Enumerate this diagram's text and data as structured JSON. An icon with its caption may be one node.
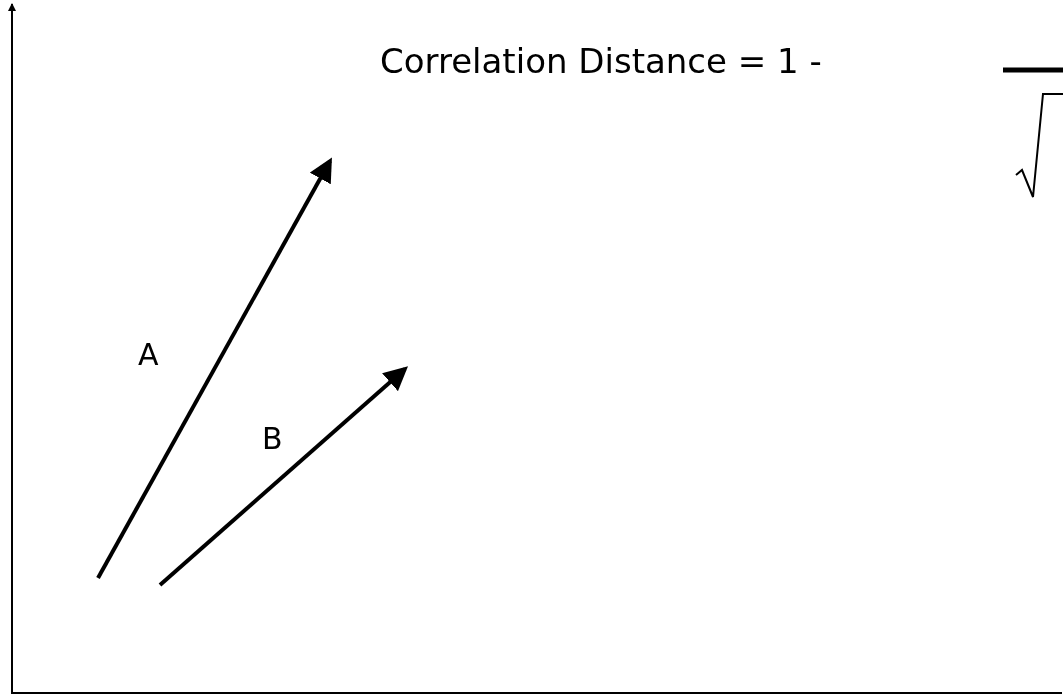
{
  "diagram": {
    "labels": [
      "Correlation Distance = 1 -",
      "A",
      "B"
    ]
  }
}
